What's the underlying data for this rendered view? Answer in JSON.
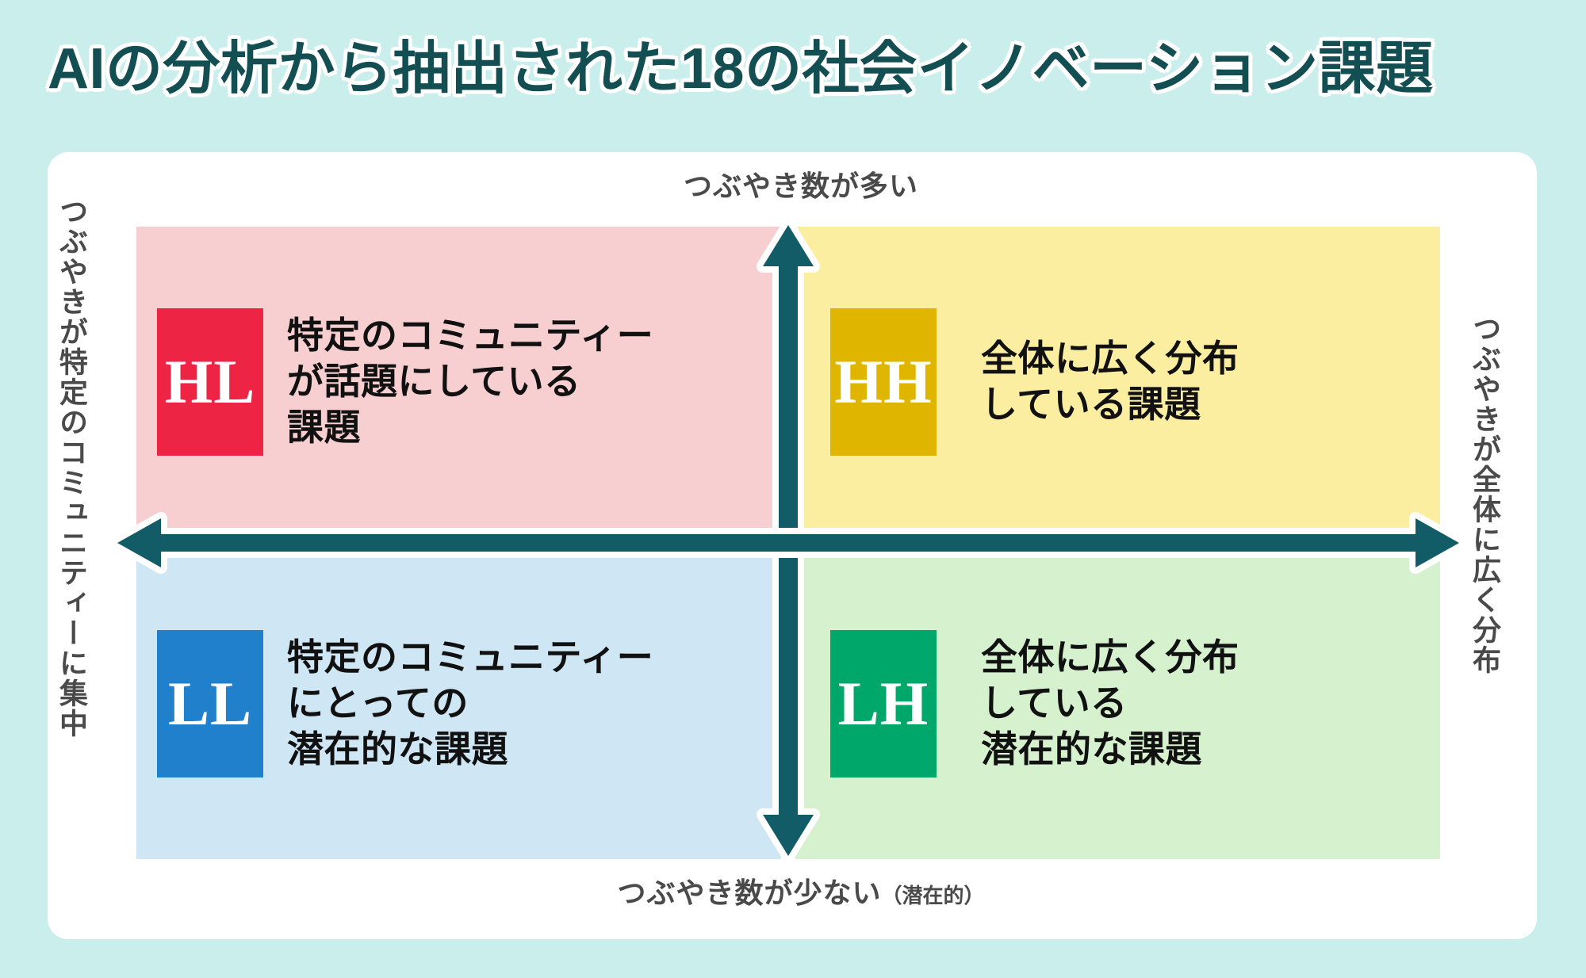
{
  "page": {
    "title": "AIの分析から抽出された18の社会イノベーション課題",
    "background_color": "#c9eeec",
    "card_color": "#ffffff",
    "title_color": "#134e52"
  },
  "axes": {
    "top_label": "つぶやき数が多い",
    "bottom_label": "つぶやき数が少ない",
    "bottom_label_sub": "（潜在的）",
    "left_label": "つぶやきが特定のコミュニティーに集中",
    "right_label": "つぶやきが全体に広く分布",
    "arrow_color": "#115c66",
    "vertical_arrow": "double-headed-vertical-arrow",
    "horizontal_arrow": "double-headed-horizontal-arrow"
  },
  "quadrants": [
    {
      "code": "HL",
      "description": "特定のコミュニティー\nが話題にしている\n課題",
      "badge_color": "#ee2445",
      "panel_color": "#f8cfd1",
      "position": "top-left"
    },
    {
      "code": "HH",
      "description": "全体に広く分布\nしている課題",
      "badge_color": "#e0b500",
      "panel_color": "#fbeea0",
      "position": "top-right"
    },
    {
      "code": "LL",
      "description": "特定のコミュニティー\nにとっての\n潜在的な課題",
      "badge_color": "#2180cc",
      "panel_color": "#cfe6f4",
      "position": "bottom-left"
    },
    {
      "code": "LH",
      "description": "全体に広く分布\nしている\n潜在的な課題",
      "badge_color": "#00a76b",
      "panel_color": "#d5f1ce",
      "position": "bottom-right"
    }
  ]
}
